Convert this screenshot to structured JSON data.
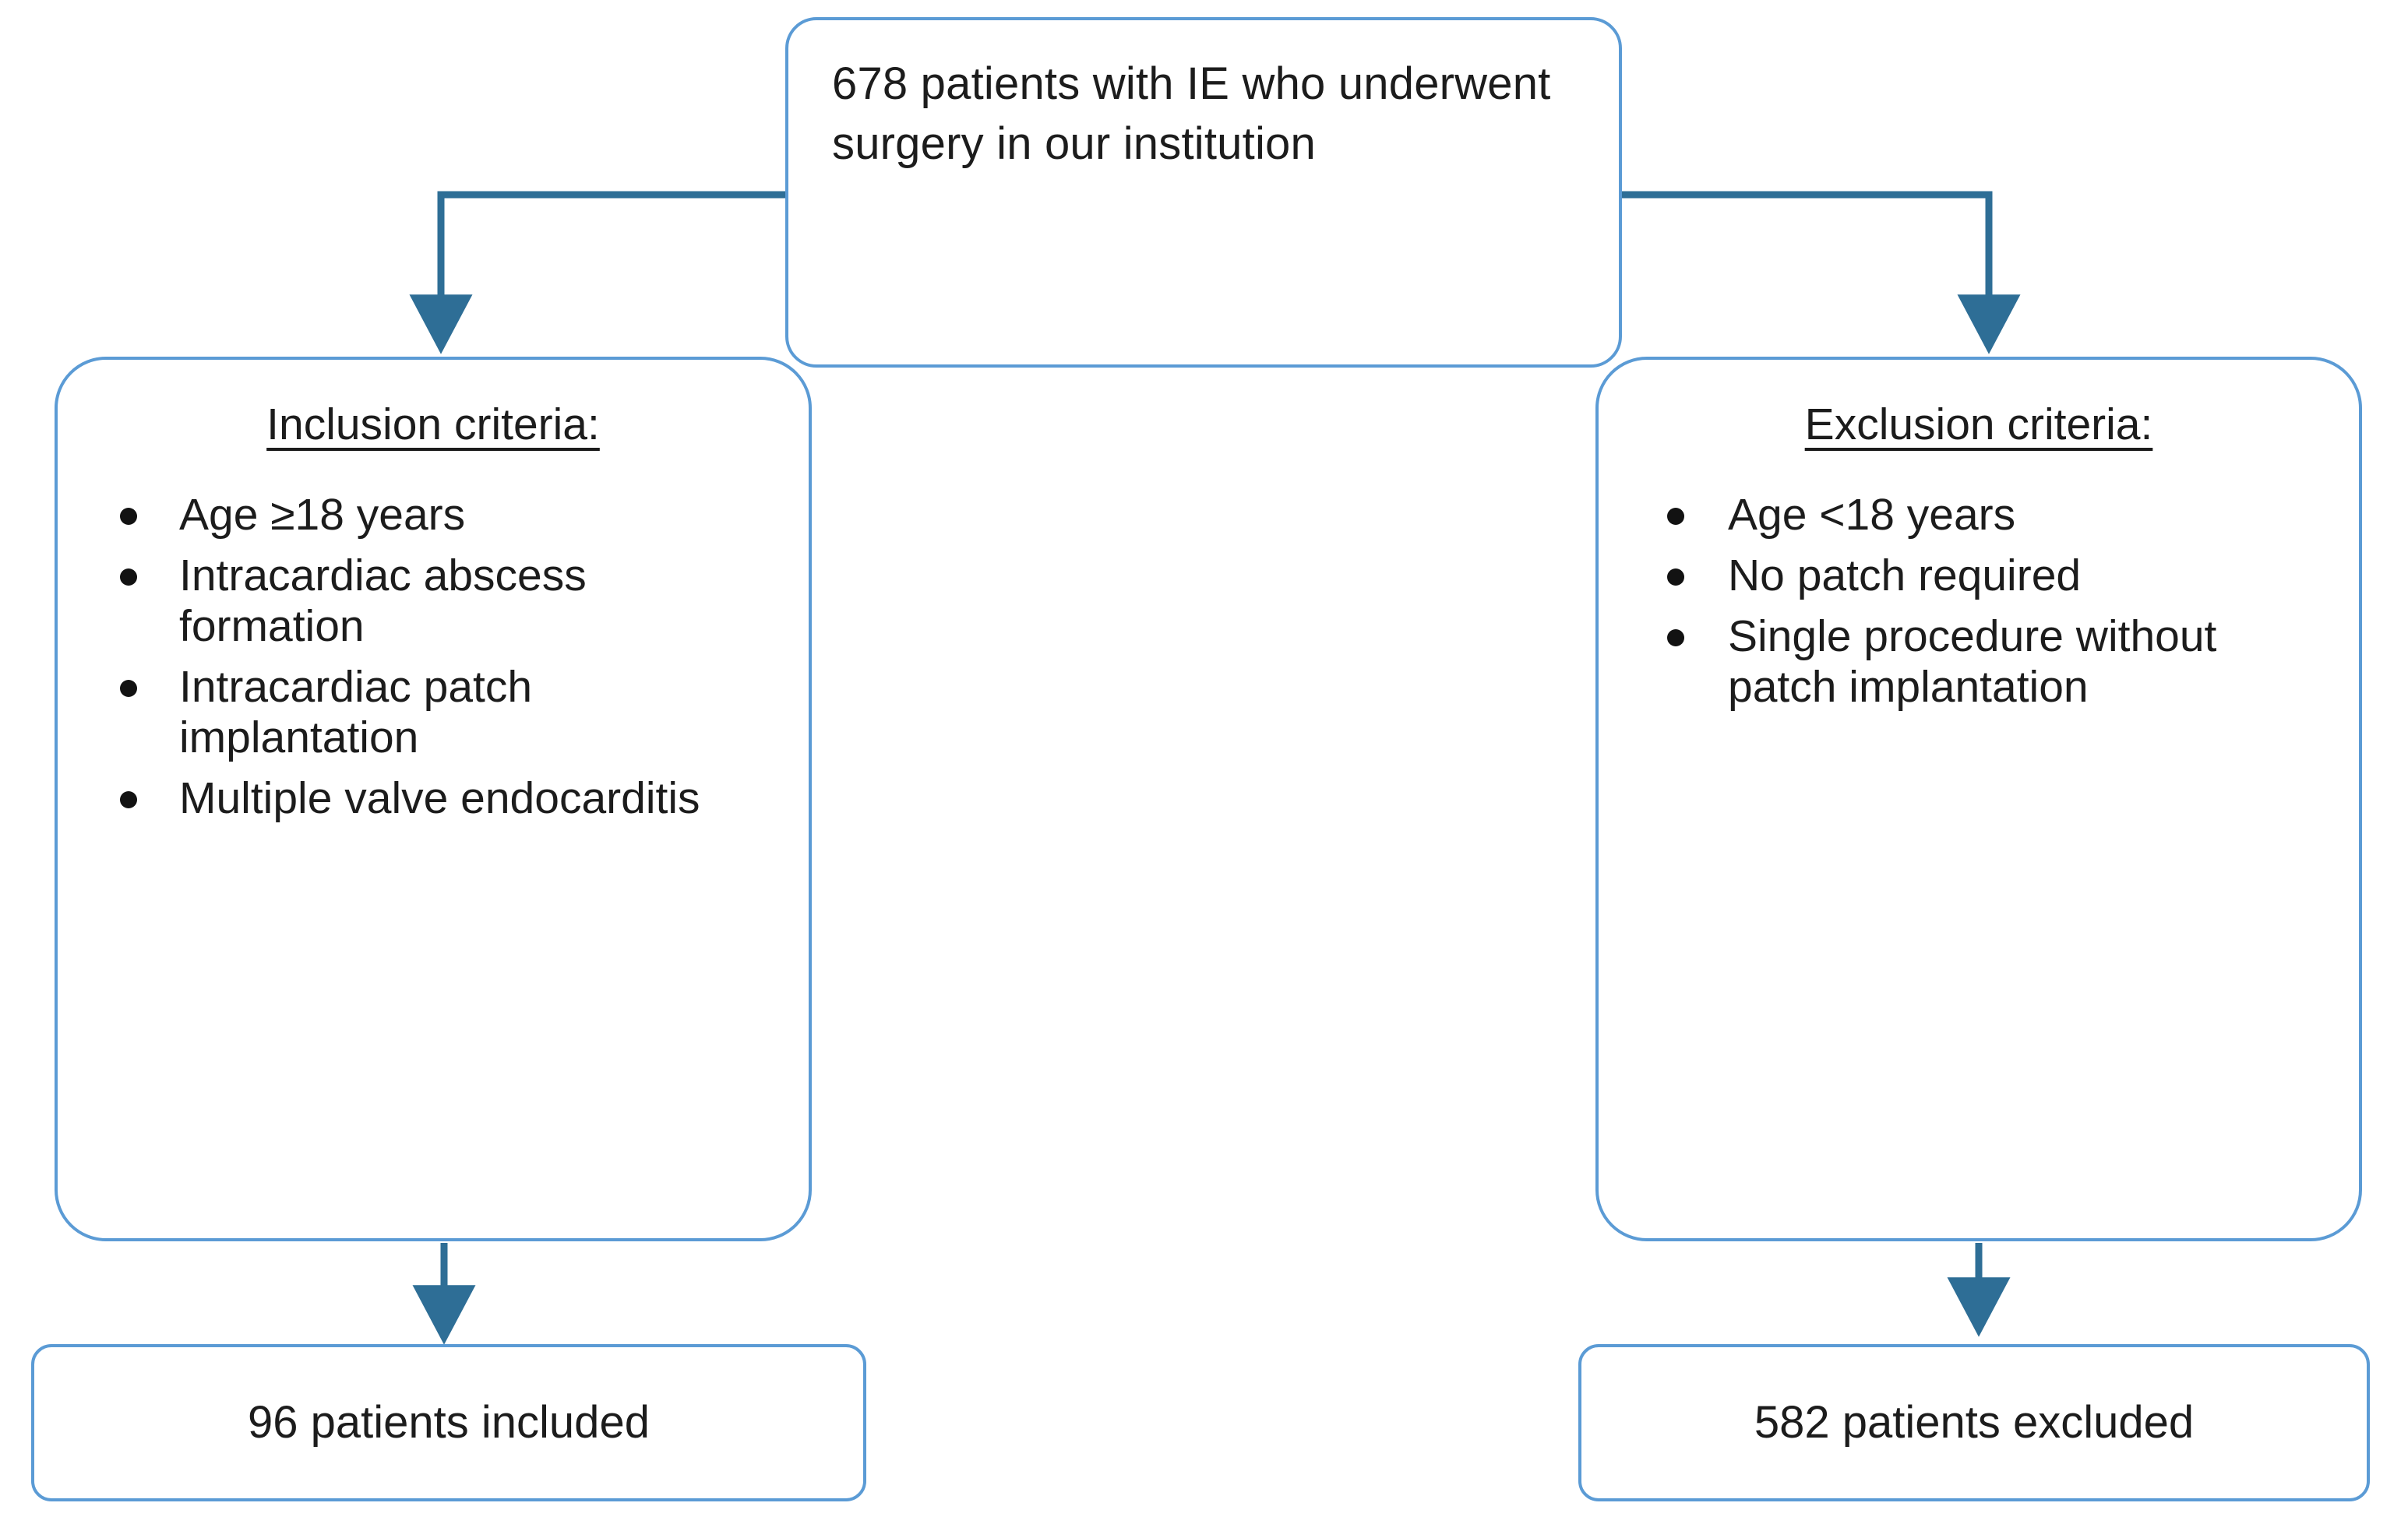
{
  "diagram": {
    "type": "flowchart",
    "colors": {
      "box_border": "#5B9BD5",
      "connector": "#2E6E96",
      "text": "#1C1C1C",
      "background": "#FFFFFF",
      "bullet": "#121212"
    },
    "top_node": {
      "text": "678 patients with IE who underwent surgery in our institution",
      "count": 678
    },
    "inclusion_node": {
      "title": "Inclusion criteria:",
      "items": [
        "Age ≥18 years",
        "Intracardiac abscess formation",
        "Intracardiac patch implantation",
        "Multiple valve endocarditis"
      ]
    },
    "exclusion_node": {
      "title": "Exclusion criteria:",
      "items": [
        "Age <18 years",
        "No patch required",
        "Single procedure without patch implantation"
      ]
    },
    "included_node": {
      "text": "96 patients included",
      "count": 96
    },
    "excluded_node": {
      "text": "582 patients excluded",
      "count": 582
    },
    "arrows": [
      {
        "name": "top-to-inclusion",
        "label": ""
      },
      {
        "name": "top-to-exclusion",
        "label": ""
      },
      {
        "name": "inclusion-to-included",
        "label": ""
      },
      {
        "name": "exclusion-to-excluded",
        "label": ""
      }
    ]
  }
}
